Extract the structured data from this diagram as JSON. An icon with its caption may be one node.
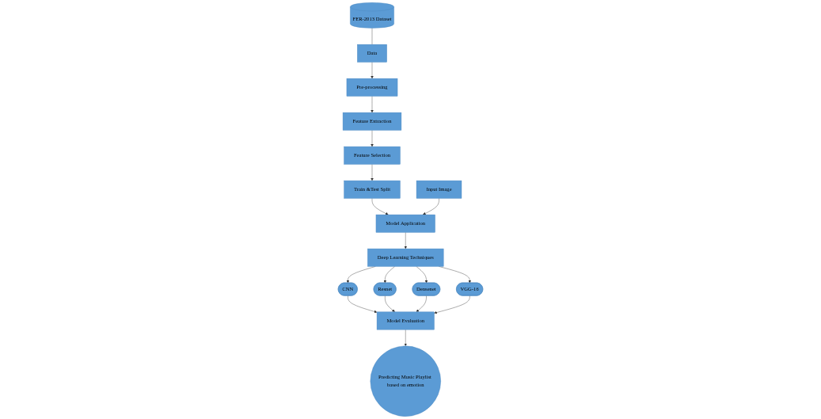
{
  "diagram": {
    "nodes": [
      {
        "text": [
          "FER-2013 Dataset"
        ]
      },
      {
        "text": [
          "Data"
        ]
      },
      {
        "text": [
          "Pre-processing"
        ]
      },
      {
        "text": [
          "Feature Extraction"
        ]
      },
      {
        "text": [
          "Feature Selection"
        ]
      },
      {
        "text": [
          "Train &Test Split"
        ]
      },
      {
        "text": [
          "Model Application"
        ]
      },
      {
        "text": [
          "Input Image"
        ]
      },
      {
        "text": [
          "Deep Learning Techniques"
        ]
      },
      {
        "text": [
          "CNN"
        ]
      },
      {
        "text": [
          "Resnet"
        ]
      },
      {
        "text": [
          "Densenet"
        ]
      },
      {
        "text": [
          "VGG-16"
        ]
      },
      {
        "text": [
          "Model Evaluation"
        ]
      },
      {
        "text": [
          "Predicting Music Playlist based on emotion"
        ]
      }
    ],
    "edges": [
      {
        "from": 0,
        "to": 1,
        "arrow": "none"
      },
      {
        "from": 1,
        "to": 2,
        "arrow": "to"
      },
      {
        "from": 2,
        "to": 3,
        "arrow": "to"
      },
      {
        "from": 3,
        "to": 4,
        "arrow": "to"
      },
      {
        "from": 4,
        "to": 5,
        "arrow": "to"
      },
      {
        "from": 5,
        "to": 6,
        "arrow": "to"
      },
      {
        "from": 7,
        "to": 6,
        "arrow": "to"
      },
      {
        "from": 6,
        "to": 8,
        "arrow": "to"
      },
      {
        "from": 8,
        "to": 9,
        "arrow": "to"
      },
      {
        "from": 8,
        "to": 10,
        "arrow": "to"
      },
      {
        "from": 8,
        "to": 11,
        "arrow": "to"
      },
      {
        "from": 8,
        "to": 12,
        "arrow": "to"
      },
      {
        "from": 9,
        "to": 13,
        "arrow": "to"
      },
      {
        "from": 10,
        "to": 13,
        "arrow": "to"
      },
      {
        "from": 11,
        "to": 13,
        "arrow": "to"
      },
      {
        "from": 12,
        "to": 13,
        "arrow": "to"
      },
      {
        "from": 13,
        "to": 14,
        "arrow": "to"
      }
    ]
  }
}
